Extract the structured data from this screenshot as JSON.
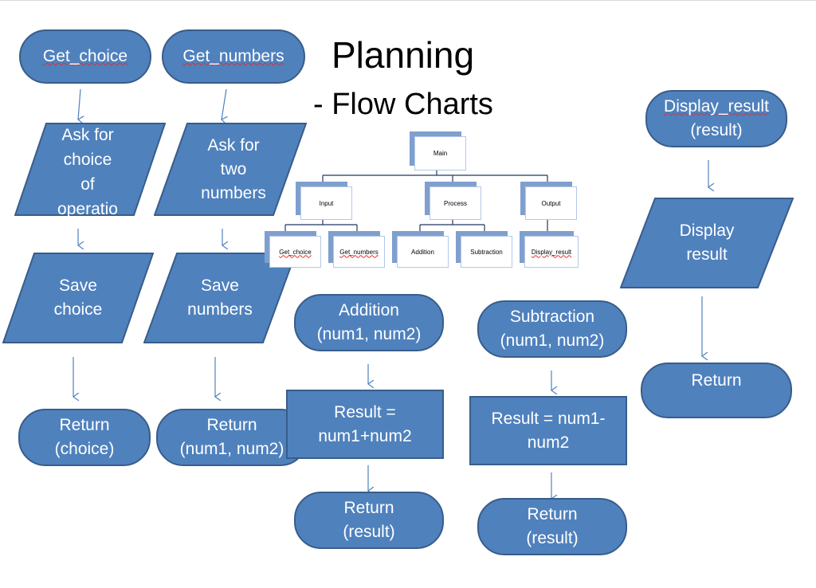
{
  "title": "Planning",
  "subtitle": "- Flow Charts",
  "colors": {
    "fill": "#4f81bd",
    "stroke": "#385d8a",
    "arrow": "#4f81bd"
  },
  "hierarchy": {
    "root": "Main",
    "level1": [
      "Input",
      "Process",
      "Output"
    ],
    "level2": [
      "Get_choice",
      "Get_numbers",
      "Addition",
      "Subtraction",
      "Display_result"
    ]
  },
  "get_choice": {
    "start": "Get_choice",
    "input": [
      "Ask for",
      "choice",
      "of",
      "operatio"
    ],
    "save": [
      "Save",
      "choice"
    ],
    "return": [
      "Return",
      "(choice)"
    ]
  },
  "get_numbers": {
    "start": "Get_numbers",
    "input": [
      "Ask for",
      "two",
      "numbers"
    ],
    "save": [
      "Save",
      "numbers"
    ],
    "return": [
      "Return",
      "(num1, num2)"
    ]
  },
  "addition": {
    "start": [
      "Addition",
      "(num1, num2)"
    ],
    "process": [
      "Result =",
      "num1+num2"
    ],
    "return": [
      "Return",
      "(result)"
    ]
  },
  "subtraction": {
    "start": [
      "Subtraction",
      "(num1, num2)"
    ],
    "process": [
      "Result = num1-",
      "num2"
    ],
    "return": [
      "Return",
      "(result)"
    ]
  },
  "display_result": {
    "start": [
      "Display_result",
      "(result)"
    ],
    "output": [
      "Display",
      "result"
    ],
    "return": "Return"
  }
}
